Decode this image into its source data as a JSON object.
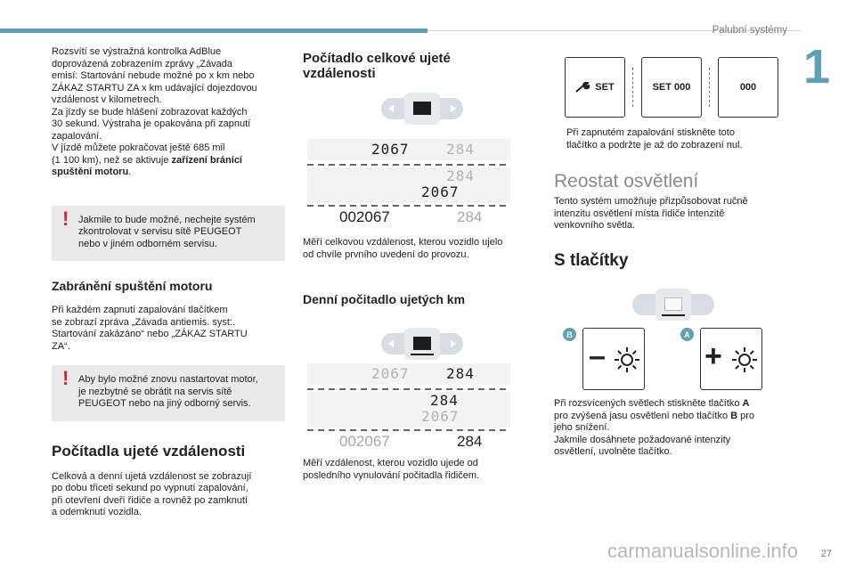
{
  "header": {
    "section": "Palubní systémy",
    "chapter": "1",
    "page": "27",
    "watermark": "carmanualsonline.info"
  },
  "col1": {
    "intro_lines": [
      "Rozsvítí se výstražná kontrolka AdBlue",
      "doprovázená zobrazením zprávy „Závada",
      "emisí: Startování nebude možné po x km nebo",
      "ZÁKAZ STARTU ZA x km udávající dojezdovou",
      "vzdálenost v kilometrech.",
      "Za jízdy se bude hlášení zobrazovat každých",
      "30 sekund. Výstraha je opakována při zapnutí",
      "zapalování.",
      "V jízdě můžete pokračovat ještě 685 mil",
      "(1 100 km), než se aktivuje "
    ],
    "intro_bold_1": "zařízení bránící",
    "intro_bold_2": "spuštění motoru",
    "intro_end": ".",
    "warn1": [
      "Jakmile to bude možné, nechejte systém",
      "zkontrolovat v servisu sítě PEUGEOT",
      "nebo v jiném odborném servisu."
    ],
    "h_prevent": "Zabránění spuštění motoru",
    "prevent_lines": [
      "Při každém zapnutí zapalování tlačítkem",
      "se zobrazí zpráva „Závada antiemis. syst:.",
      "Startování zakázáno“ nebo „ZÁKAZ STARTU",
      "ZA“."
    ],
    "warn2": [
      "Aby bylo možné znovu nastartovat motor,",
      "je nezbytné se obrátit na servis sítě",
      "PEUGEOT nebo na jiný odborný servis."
    ],
    "h_counters": "Počítadla ujeté vzdálenosti",
    "counters_lines": [
      "Celková a denní ujetá vzdálenost se zobrazují",
      "po dobu třiceti sekund po vypnutí zapalování,",
      "při otevření dveří řidiče a rovněž po zamknutí",
      "a odemknutí vozidla."
    ]
  },
  "col2": {
    "h_total_1": "Počítadlo celkové ujeté",
    "h_total_2": "vzdálenosti",
    "odo_total": "2067",
    "odo_trip": "284",
    "odo_total_full": "002067",
    "total_desc": [
      "Měří celkovou vzdálenost, kterou vozidlo ujelo",
      "od chvíle prvního uvedení do provozu."
    ],
    "h_trip": "Denní počitadlo ujetých km",
    "trip_desc": [
      "Měří vzdálenost, kterou vozidlo ujede od",
      "posledního vynulování počitadla řidičem."
    ]
  },
  "col3": {
    "set_1": "SET",
    "set_2": "SET 000",
    "set_3": "000",
    "bullet": "",
    "bullet_lines": [
      "Při zapnutém zapalování stiskněte toto",
      "tlačítko a podržte je až do zobrazení nul."
    ],
    "h_rheostat": "Reostat osvětlení",
    "rheostat_lines": [
      "Tento systém umožňuje přizpůsobovat ručně",
      "intenzitu osvětlení místa řidiče intenzitě",
      "venkovního světla."
    ],
    "h_buttons": "S tlačítky",
    "badge_b": "B",
    "badge_a": "A",
    "btn_minus": "–",
    "btn_plus": "+",
    "buttons_l1_pre": "Při rozsvícených světlech stiskněte tlačítko ",
    "buttons_l1_bold": "A",
    "buttons_l2_pre": "pro zvýšená jasu osvětlení nebo tlačítko ",
    "buttons_l2_bold": "B",
    "buttons_l2_post": " pro",
    "buttons_rest": [
      "jeho snížení.",
      "Jakmile dosáhnete požadované intenzity",
      "osvětlení, uvolněte tlačítko."
    ]
  }
}
